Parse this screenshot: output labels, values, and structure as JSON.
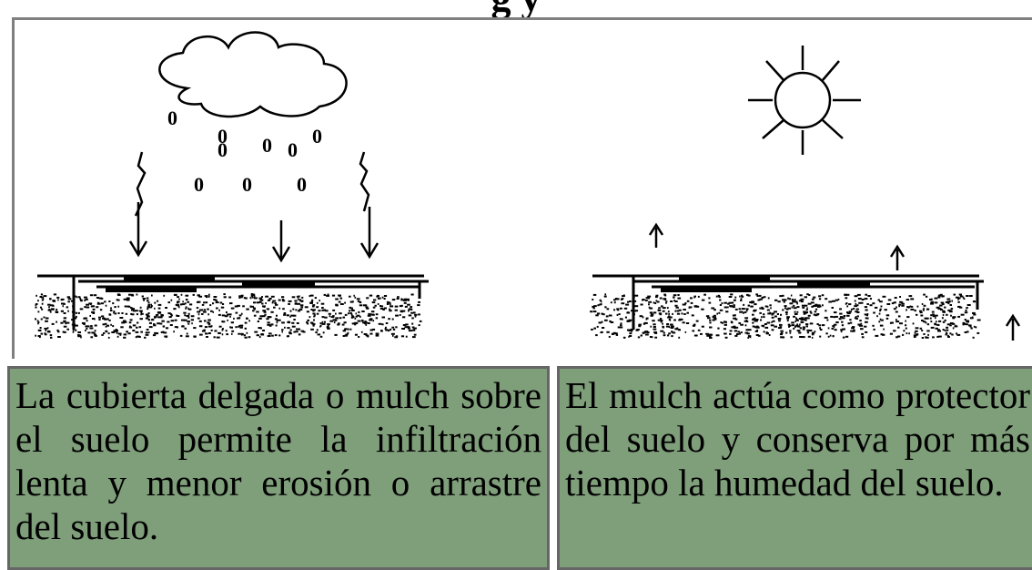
{
  "header": {
    "partial_title": "g y"
  },
  "panels": [
    {
      "id": "rain",
      "caption": "La cubierta delgada o mulch sobre el suelo permite la infiltración lenta y menor erosión o arrastre del suelo."
    },
    {
      "id": "sun",
      "caption": "El mulch actúa como protector del suelo y conserva por más tiempo la humedad del suelo."
    }
  ],
  "drawing": {
    "raindrop_glyph": "0",
    "raindrop_count": 9,
    "colors": {
      "ink": "#000000",
      "frame": "#7f7f7f",
      "caption_bg": "#7f9e7a"
    }
  }
}
